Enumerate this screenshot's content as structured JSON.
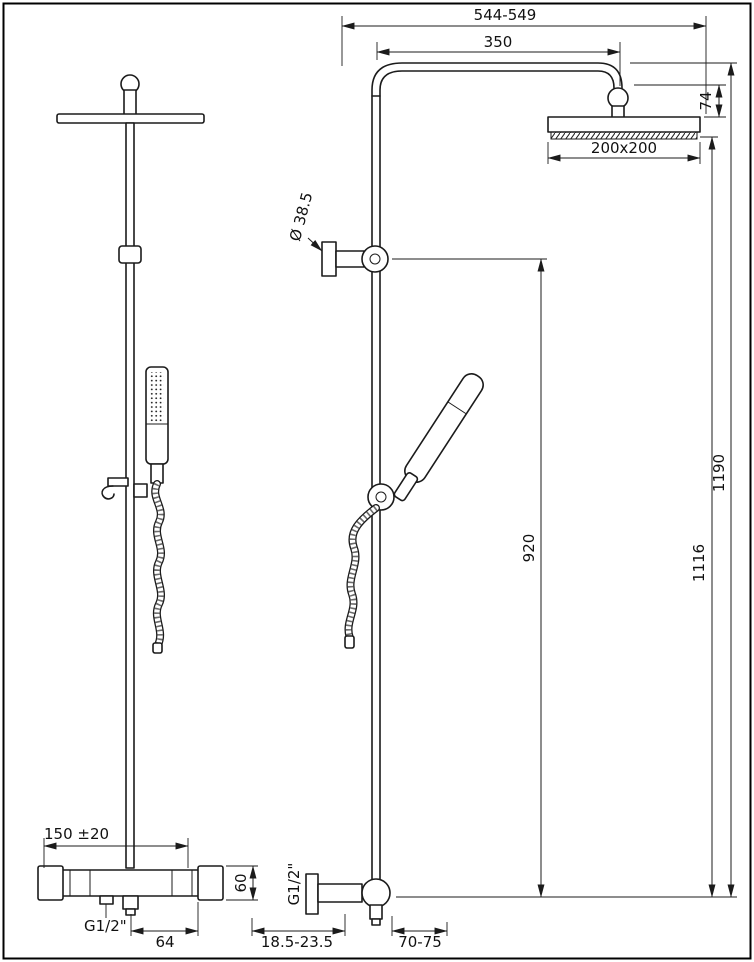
{
  "colors": {
    "ink": "#1b1b1b",
    "paper": "#ffffff"
  },
  "dims": {
    "top_span": "544-549",
    "arm_offset": "350",
    "head_drop": "74",
    "head_size": "200x200",
    "bracket_dia": "Ø 38.5",
    "bracket_height": "920",
    "head_height": "1116",
    "total_height": "1190",
    "valve_centers": "150 ±20",
    "thread_front": "G1/2\"",
    "outlet_offset": "64",
    "mixer_height": "60",
    "wall_gap": "18.5-23.5",
    "body_depth": "70-75",
    "thread_side": "G1/2\""
  }
}
